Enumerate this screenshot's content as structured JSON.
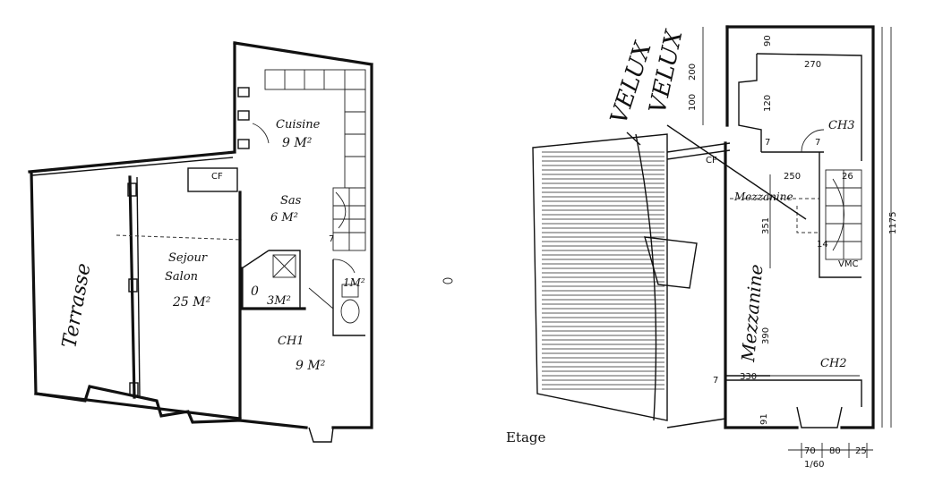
{
  "ground_floor": {
    "rooms": {
      "cuisine": {
        "name": "Cuisine",
        "area": "9 M²"
      },
      "sas": {
        "name": "Sas",
        "area": "6 M²"
      },
      "sejour": {
        "name_line1": "Sejour",
        "name_line2": "Salon",
        "area": "25 M²"
      },
      "ch1": {
        "name": "CH1",
        "area": "9 M²"
      },
      "terrasse": {
        "name": "Terrasse"
      }
    },
    "small_labels": {
      "cf_ground": "CF",
      "wc": "1M²",
      "shower": "3M²",
      "zero": "0",
      "stair_mark": "7"
    }
  },
  "upper_floor": {
    "title": "Etage",
    "rooms": {
      "ch3": "CH3",
      "ch2": "CH2",
      "mezzanine_top": "Mezzanine",
      "mezzanine_vertical": "Mezzanine",
      "velux1": "VELUX",
      "velux2": "VELUX",
      "cf": "CF",
      "vmc": "VMC"
    },
    "dimensions": {
      "d270": "270",
      "d200": "200",
      "d100": "100",
      "d90": "90",
      "d120": "120",
      "d250": "250",
      "d26": "26",
      "d351": "351",
      "d14": "14",
      "d330": "330",
      "d390": "390",
      "d1175": "1175",
      "d7a": "7",
      "d7b": "7",
      "d91": "91",
      "d7c": "7",
      "bottom": [
        "70",
        "80",
        "25"
      ],
      "bottom_sub": "1/60"
    }
  }
}
